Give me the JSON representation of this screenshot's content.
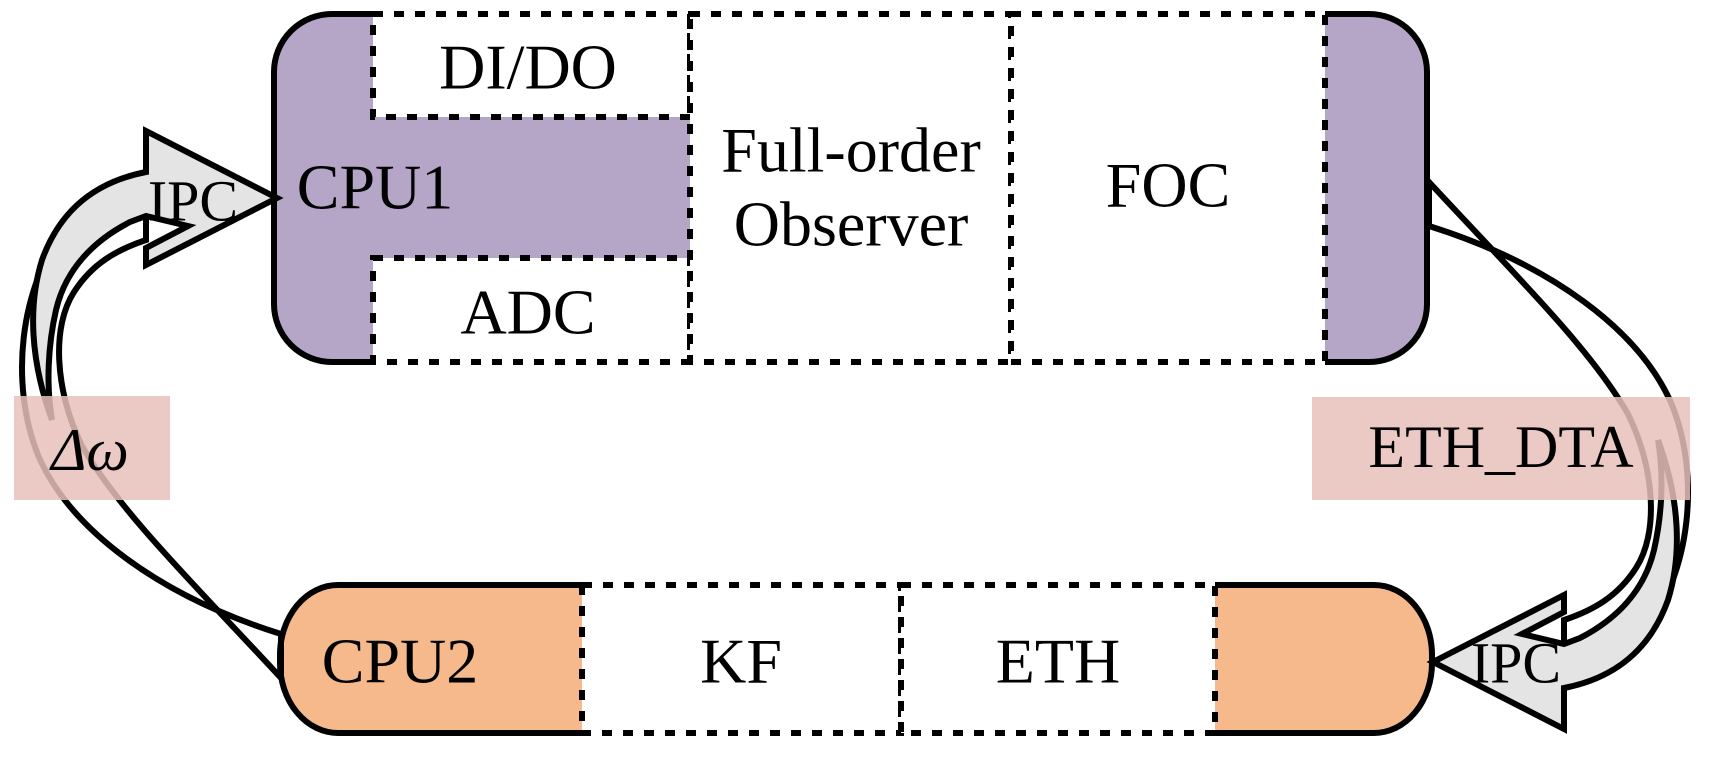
{
  "diagram": {
    "cpu1": {
      "label": "CPU1",
      "modules": {
        "dido": "DI/DO",
        "adc": "ADC",
        "observer_line1": "Full-order",
        "observer_line2": "Observer",
        "foc": "FOC"
      }
    },
    "cpu2": {
      "label": "CPU2",
      "modules": {
        "kf": "KF",
        "eth": "ETH"
      }
    },
    "arrows": {
      "left_ipc": "IPC",
      "right_ipc": "IPC"
    },
    "signals": {
      "delta_omega": "Δω",
      "eth_dta": "ETH_DTA"
    },
    "colors": {
      "cpu1_fill": "#b5a6c8",
      "cpu2_fill": "#f5b98b",
      "arrow_fill": "#e4e4e4",
      "signal_fill": "#e8c0ba",
      "module_fill": "#ffffff",
      "stroke": "#000000"
    }
  }
}
